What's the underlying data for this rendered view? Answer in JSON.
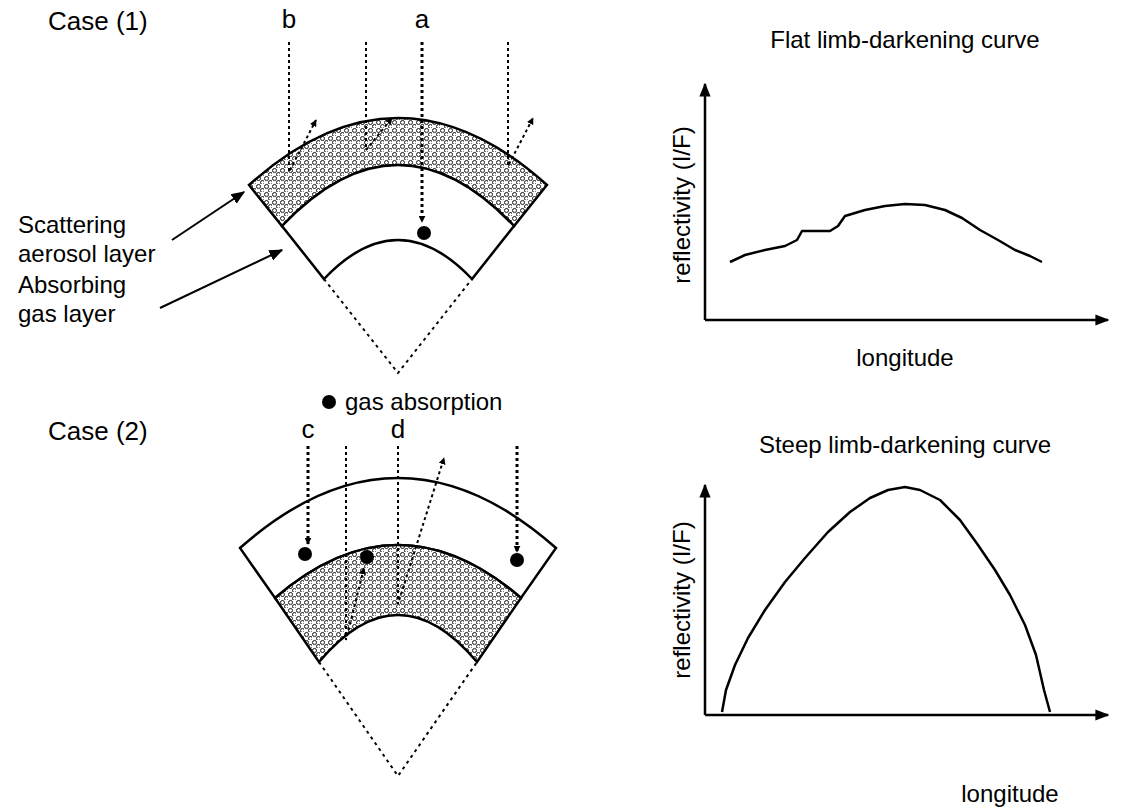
{
  "diagram": {
    "labels": [
      "Case (1)",
      "b",
      "a",
      "Scattering aerosol layer",
      "Absorbing gas layer",
      "gas absorption",
      "Case (2)",
      "c",
      "d",
      "Flat limb-darkening curve",
      "reflectivity (I/F)",
      "longitude",
      "Steep limb-darkening curve",
      "reflectivity (I/F)",
      "longitude"
    ]
  }
}
